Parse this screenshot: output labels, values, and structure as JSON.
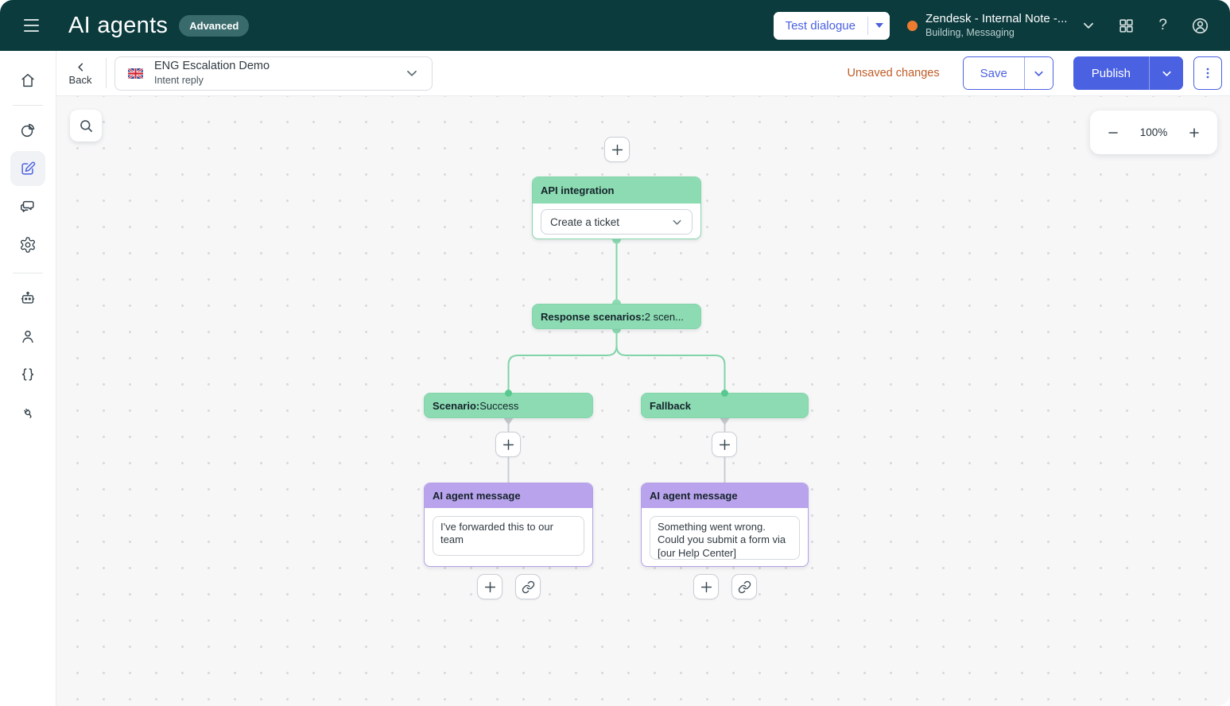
{
  "header": {
    "app_title": "AI agents",
    "badge": "Advanced",
    "test_dialogue_label": "Test dialogue",
    "workspace_name": "Zendesk - Internal Note -...",
    "workspace_subtitle": "Building, Messaging",
    "help_label": "?"
  },
  "toolbar": {
    "back_label": "Back",
    "flow_title": "ENG Escalation Demo",
    "flow_subtitle": "Intent reply",
    "unsaved_label": "Unsaved changes",
    "save_label": "Save",
    "publish_label": "Publish"
  },
  "canvas": {
    "zoom_value": "100%",
    "nodes": {
      "api_integration": {
        "title": "API integration",
        "selected_action": "Create a ticket"
      },
      "response_scenarios": {
        "label_bold": "Response scenarios:",
        "label_rest": "2 scen..."
      },
      "scenario_success": {
        "label_bold": "Scenario:",
        "label_rest": "Success"
      },
      "fallback": {
        "label": "Fallback"
      },
      "agent_message_success": {
        "title": "AI agent message",
        "message": "I've forwarded this to our team"
      },
      "agent_message_fallback": {
        "title": "AI agent message",
        "message": "Something went wrong. Could you submit a form via [our Help Center]\n(https://..."
      }
    }
  },
  "colors": {
    "topbar_bg": "#0b3b3d",
    "accent_blue": "#4a61e2",
    "node_green": "#8cdbb2",
    "node_purple": "#b9a3ec",
    "connector_green": "#7fd4a8",
    "status_orange": "#ed7c31",
    "unsaved_orange": "#bf5b26",
    "canvas_bg": "#f7f7f8"
  }
}
